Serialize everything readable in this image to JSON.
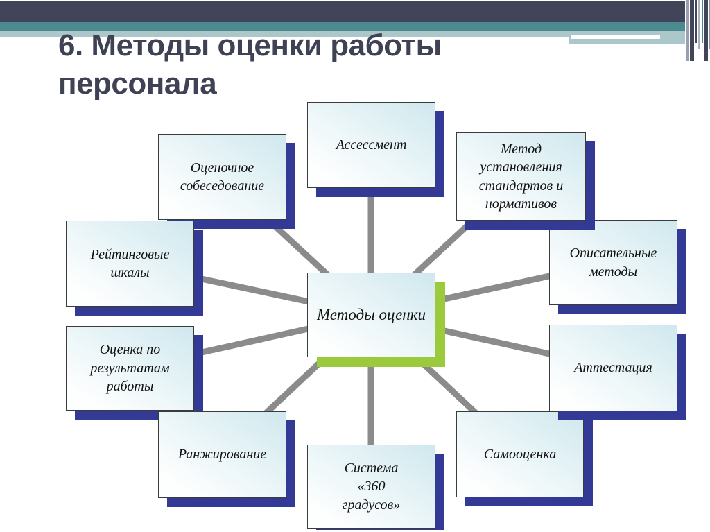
{
  "slide": {
    "title": "6. Методы оценки работы персонала",
    "colors": {
      "header_bar_dark": "#42455A",
      "header_bar_teal": "#4B8A8E",
      "header_bar_light_teal": "#ABC7C9",
      "title_text": "#3F4254",
      "node_shadow_navy": "#333A96",
      "center_shadow_green": "#9BCA3C",
      "connector_gray": "#8B8B8B",
      "node_fill_cyan": "#CFE8EE"
    }
  },
  "diagram": {
    "center": {
      "label": "Методы оценки"
    },
    "nodes": [
      {
        "id": "assessment",
        "label": "Ассессмент"
      },
      {
        "id": "interview",
        "label": "Оценочное\nсобеседование"
      },
      {
        "id": "rating-scales",
        "label": "Рейтинговые шкалы"
      },
      {
        "id": "results",
        "label": "Оценка по\nрезультатам\nработы"
      },
      {
        "id": "ranking",
        "label": "Ранжирование"
      },
      {
        "id": "system-360",
        "label": "Система\n«360\nградусов»"
      },
      {
        "id": "descriptive",
        "label": "Описательные\nметоды"
      },
      {
        "id": "standards",
        "label": "Метод установления\nстандартов и\nнормативов"
      },
      {
        "id": "self-assessment",
        "label": "Самооценка"
      },
      {
        "id": "attestation",
        "label": "Аттестация"
      }
    ]
  }
}
